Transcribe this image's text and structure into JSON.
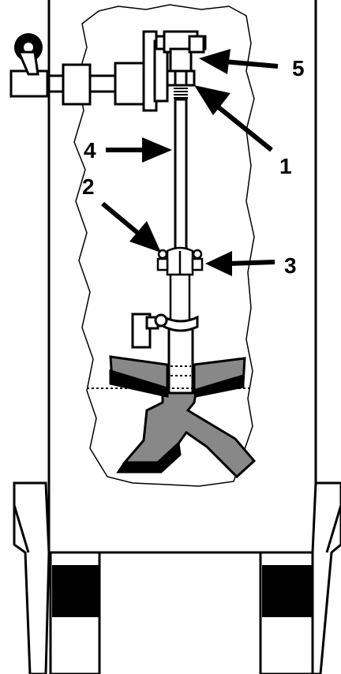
{
  "colors": {
    "line": "#000000",
    "paper": "#ffffff",
    "metal": "#888888"
  },
  "callouts": [
    {
      "number": "1",
      "part": "nut"
    },
    {
      "number": "2",
      "part": "left-clamp-pin"
    },
    {
      "number": "3",
      "part": "right-clamp-pin"
    },
    {
      "number": "4",
      "part": "shaft"
    },
    {
      "number": "5",
      "part": "drive-coupling"
    }
  ]
}
